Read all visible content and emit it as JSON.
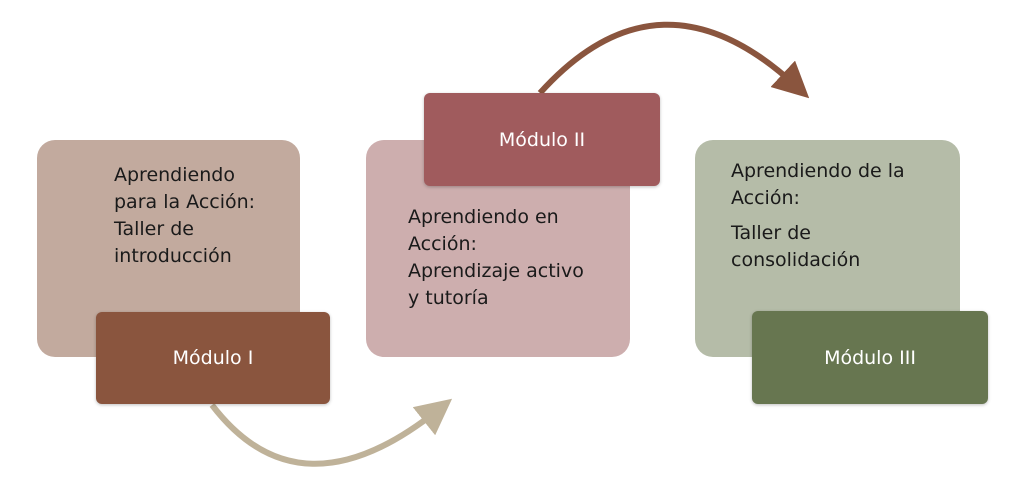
{
  "modules": [
    {
      "label": "Módulo I",
      "lines": [
        "Aprendiendo",
        "para la Acción:",
        "Taller de",
        "introducción"
      ],
      "box_color": "#c2aa9e",
      "label_color": "#8a553e"
    },
    {
      "label": "Módulo II",
      "lines": [
        "Aprendiendo en",
        "Acción:",
        "Aprendizaje activo",
        "y tutoría"
      ],
      "box_color": "#cdaeae",
      "label_color": "#a05b5d"
    },
    {
      "label": "Módulo III",
      "lines": [
        "Aprendiendo de la",
        "Acción:",
        "Taller de",
        "consolidación"
      ],
      "box_color": "#b5bca8",
      "label_color": "#677650"
    }
  ],
  "arrows": [
    {
      "from": "Módulo I",
      "to": "Módulo II",
      "color": "#bfb299"
    },
    {
      "from": "Módulo II",
      "to": "Módulo III",
      "color": "#8a553e"
    }
  ]
}
